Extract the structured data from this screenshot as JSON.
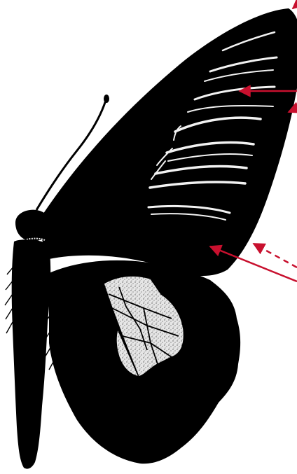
{
  "figure": {
    "subject": "butterfly-silhouette",
    "colors": {
      "silhouette": "#000000",
      "stipple_patch": "#e6e6e6",
      "streak": "#f2f2f2",
      "arrow": "#c8102e",
      "background": "#ffffff"
    },
    "pointers": [
      {
        "name": "forewing-apex-pointer",
        "style": "solid"
      },
      {
        "name": "forewing-streak-pointer",
        "style": "solid"
      },
      {
        "name": "forewing-margin-pointer",
        "style": "solid"
      },
      {
        "name": "forewing-tornus-pointer",
        "style": "dashed"
      },
      {
        "name": "forewing-inner-pointer",
        "style": "solid"
      }
    ]
  }
}
